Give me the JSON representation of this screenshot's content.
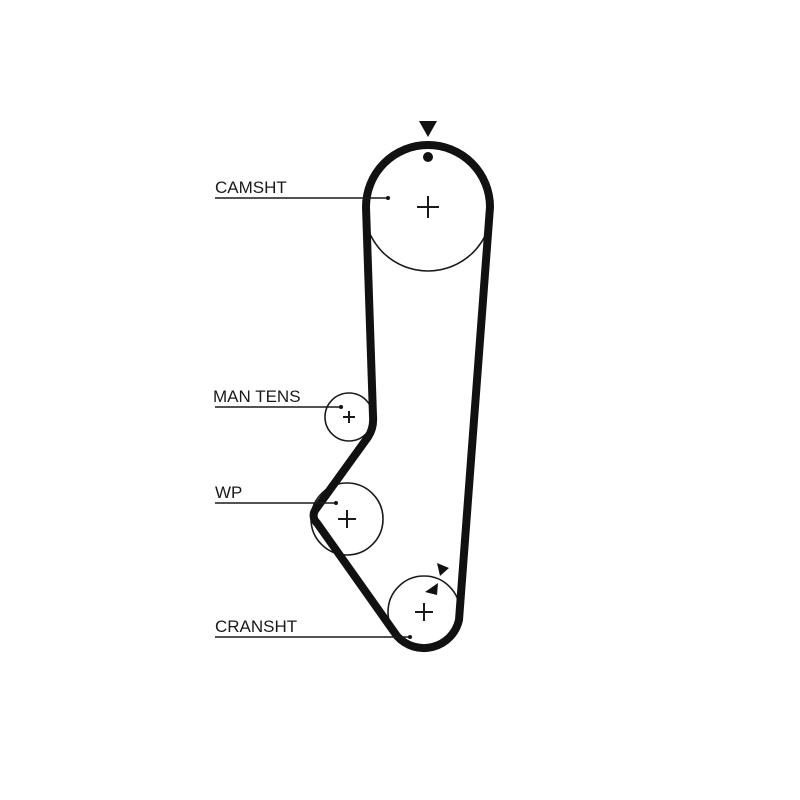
{
  "labels": {
    "camshaft": "CAMSHT",
    "manual_tensioner": "MAN TENS",
    "water_pump": "WP",
    "crankshaft": "CRANSHT"
  },
  "colors": {
    "ink": "#111111",
    "background": "#ffffff"
  },
  "icons": [
    "timing-mark-arrow-icon",
    "timing-dot-icon",
    "rotation-arrow-icon"
  ]
}
